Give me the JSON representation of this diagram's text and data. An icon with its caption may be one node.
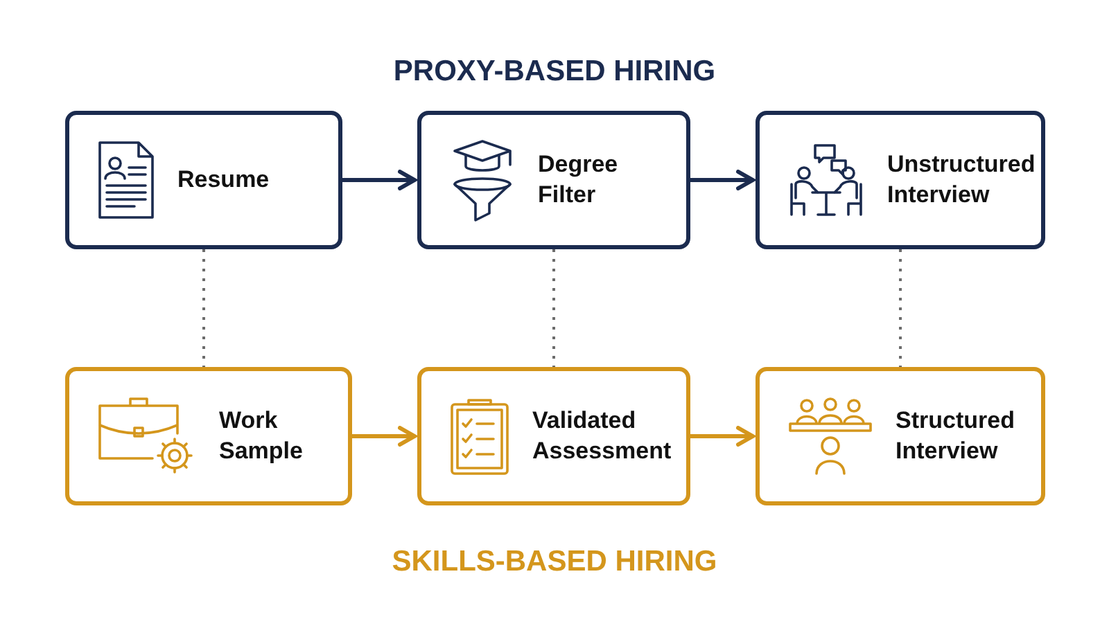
{
  "diagram": {
    "title": "PROXY-BASED HIRING",
    "nodes": [
      {
        "text": [
          "Resume"
        ]
      },
      {
        "text": [
          "Degree Filter"
        ]
      },
      {
        "text": [
          "Unstructured Interview"
        ]
      },
      {
        "text": [
          "Work Sample"
        ]
      },
      {
        "text": [
          "Validated Assessment"
        ]
      },
      {
        "text": [
          "Structured Interview"
        ]
      }
    ],
    "edges": [
      {
        "from": 0,
        "to": 1,
        "arrow": "to"
      },
      {
        "from": 1,
        "to": 2,
        "arrow": "to"
      },
      {
        "from": 3,
        "to": 4,
        "arrow": "to",
        "color": "#d4961c"
      },
      {
        "from": 4,
        "to": 5,
        "arrow": "to",
        "color": "#d4961c"
      },
      {
        "from": 0,
        "to": 3,
        "arrow": "none",
        "style": "dashed",
        "color": "#6b6b6b"
      },
      {
        "from": 1,
        "to": 4,
        "arrow": "none",
        "style": "dashed",
        "color": "#6b6b6b"
      },
      {
        "from": 2,
        "to": 5,
        "arrow": "none",
        "style": "dashed",
        "color": "#6b6b6b"
      }
    ],
    "labels": [
      "SKILLS-BASED HIRING"
    ]
  }
}
